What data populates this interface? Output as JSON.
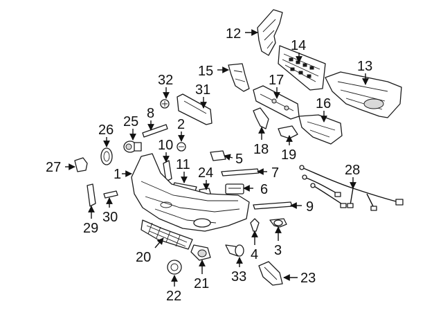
{
  "callouts": [
    {
      "id": "1",
      "text": "1"
    },
    {
      "id": "2",
      "text": "2"
    },
    {
      "id": "3",
      "text": "3"
    },
    {
      "id": "4",
      "text": "4"
    },
    {
      "id": "5",
      "text": "5"
    },
    {
      "id": "6",
      "text": "6"
    },
    {
      "id": "7",
      "text": "7"
    },
    {
      "id": "8",
      "text": "8"
    },
    {
      "id": "9",
      "text": "9"
    },
    {
      "id": "10",
      "text": "10"
    },
    {
      "id": "11",
      "text": "11"
    },
    {
      "id": "12",
      "text": "12"
    },
    {
      "id": "13",
      "text": "13"
    },
    {
      "id": "14",
      "text": "14"
    },
    {
      "id": "15",
      "text": "15"
    },
    {
      "id": "16",
      "text": "16"
    },
    {
      "id": "17",
      "text": "17"
    },
    {
      "id": "18",
      "text": "18"
    },
    {
      "id": "19",
      "text": "19"
    },
    {
      "id": "20",
      "text": "20"
    },
    {
      "id": "21",
      "text": "21"
    },
    {
      "id": "22",
      "text": "22"
    },
    {
      "id": "23",
      "text": "23"
    },
    {
      "id": "24",
      "text": "24"
    },
    {
      "id": "25",
      "text": "25"
    },
    {
      "id": "26",
      "text": "26"
    },
    {
      "id": "27",
      "text": "27"
    },
    {
      "id": "28",
      "text": "28"
    },
    {
      "id": "29",
      "text": "29"
    },
    {
      "id": "30",
      "text": "30"
    },
    {
      "id": "31",
      "text": "31"
    },
    {
      "id": "32",
      "text": "32"
    },
    {
      "id": "33",
      "text": "33"
    }
  ],
  "colors": {
    "ink": "#1a1a1a",
    "background": "#ffffff"
  }
}
